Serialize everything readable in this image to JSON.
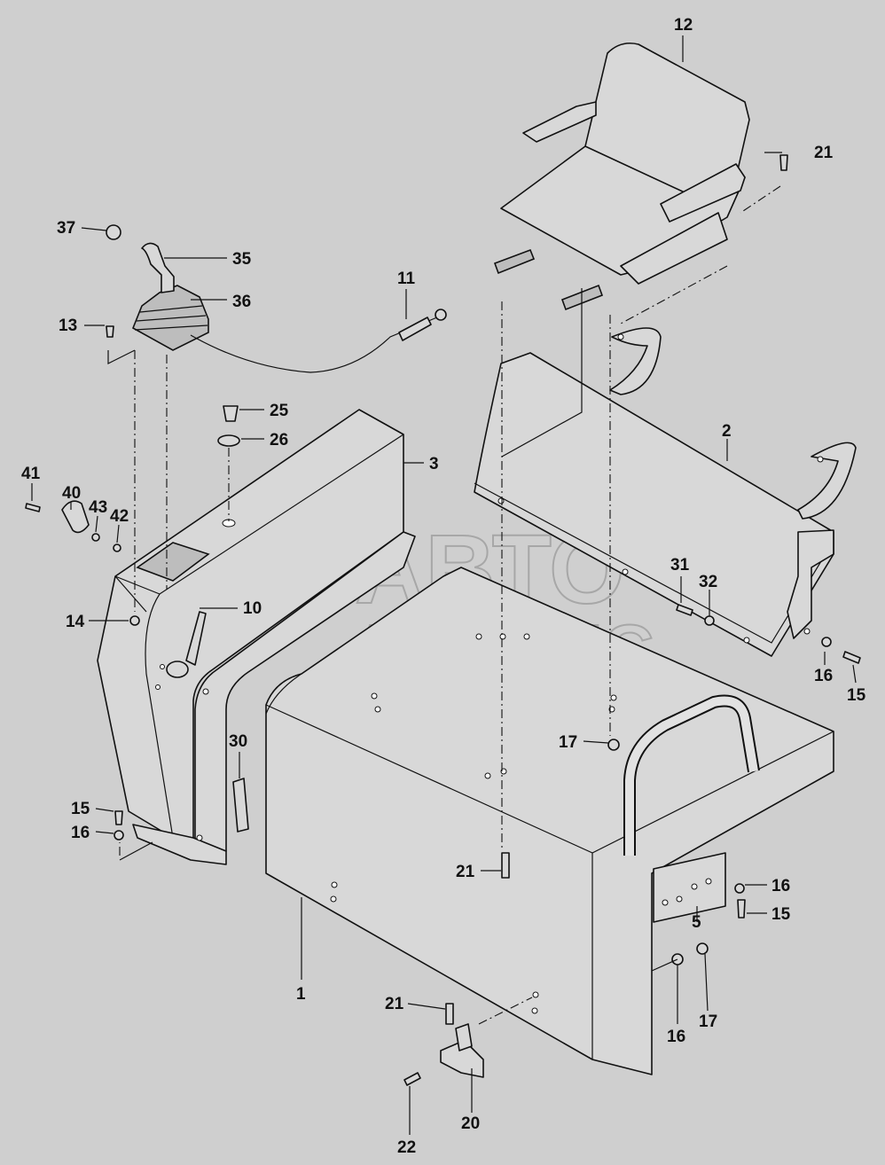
{
  "diagram": {
    "watermark": {
      "line1": "АВТО",
      "line2": "АЛЬЯНС"
    },
    "callouts": {
      "c1": "1",
      "c2": "2",
      "c3": "3",
      "c5": "5",
      "c10": "10",
      "c11": "11",
      "c12": "12",
      "c13": "13",
      "c14": "14",
      "c15a": "15",
      "c15b": "15",
      "c15c": "15",
      "c16a": "16",
      "c16b": "16",
      "c16c": "16",
      "c16d": "16",
      "c17a": "17",
      "c17b": "17",
      "c20": "20",
      "c21a": "21",
      "c21b": "21",
      "c21c": "21",
      "c22": "22",
      "c25": "25",
      "c26": "26",
      "c30": "30",
      "c31": "31",
      "c32": "32",
      "c35": "35",
      "c36": "36",
      "c37": "37",
      "c40": "40",
      "c41": "41",
      "c42": "42",
      "c43": "43"
    }
  }
}
